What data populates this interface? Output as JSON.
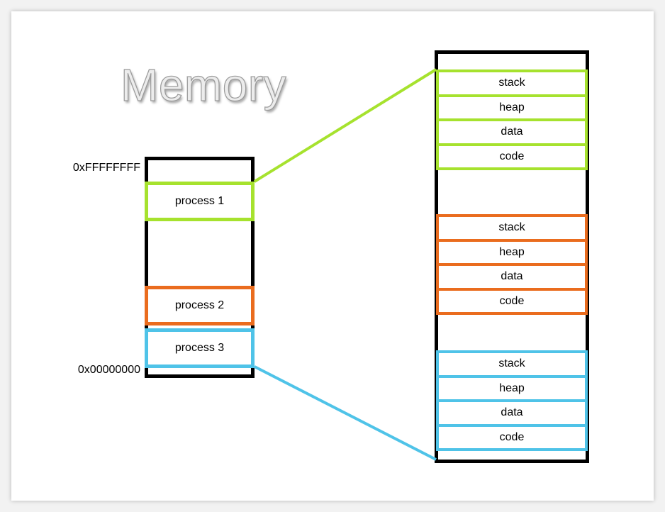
{
  "title": "Memory",
  "addresses": {
    "high": "0xFFFFFFFF",
    "low": "0x00000000"
  },
  "processes": [
    {
      "label": "process 1",
      "color": "#a6e22e"
    },
    {
      "label": "process 2",
      "color": "#ea6c1e"
    },
    {
      "label": "process 3",
      "color": "#4fc3e8"
    }
  ],
  "segments": {
    "group1": [
      "stack",
      "heap",
      "data",
      "code"
    ],
    "group2": [
      "stack",
      "heap",
      "data",
      "code"
    ],
    "group3": [
      "stack",
      "heap",
      "data",
      "code"
    ]
  }
}
